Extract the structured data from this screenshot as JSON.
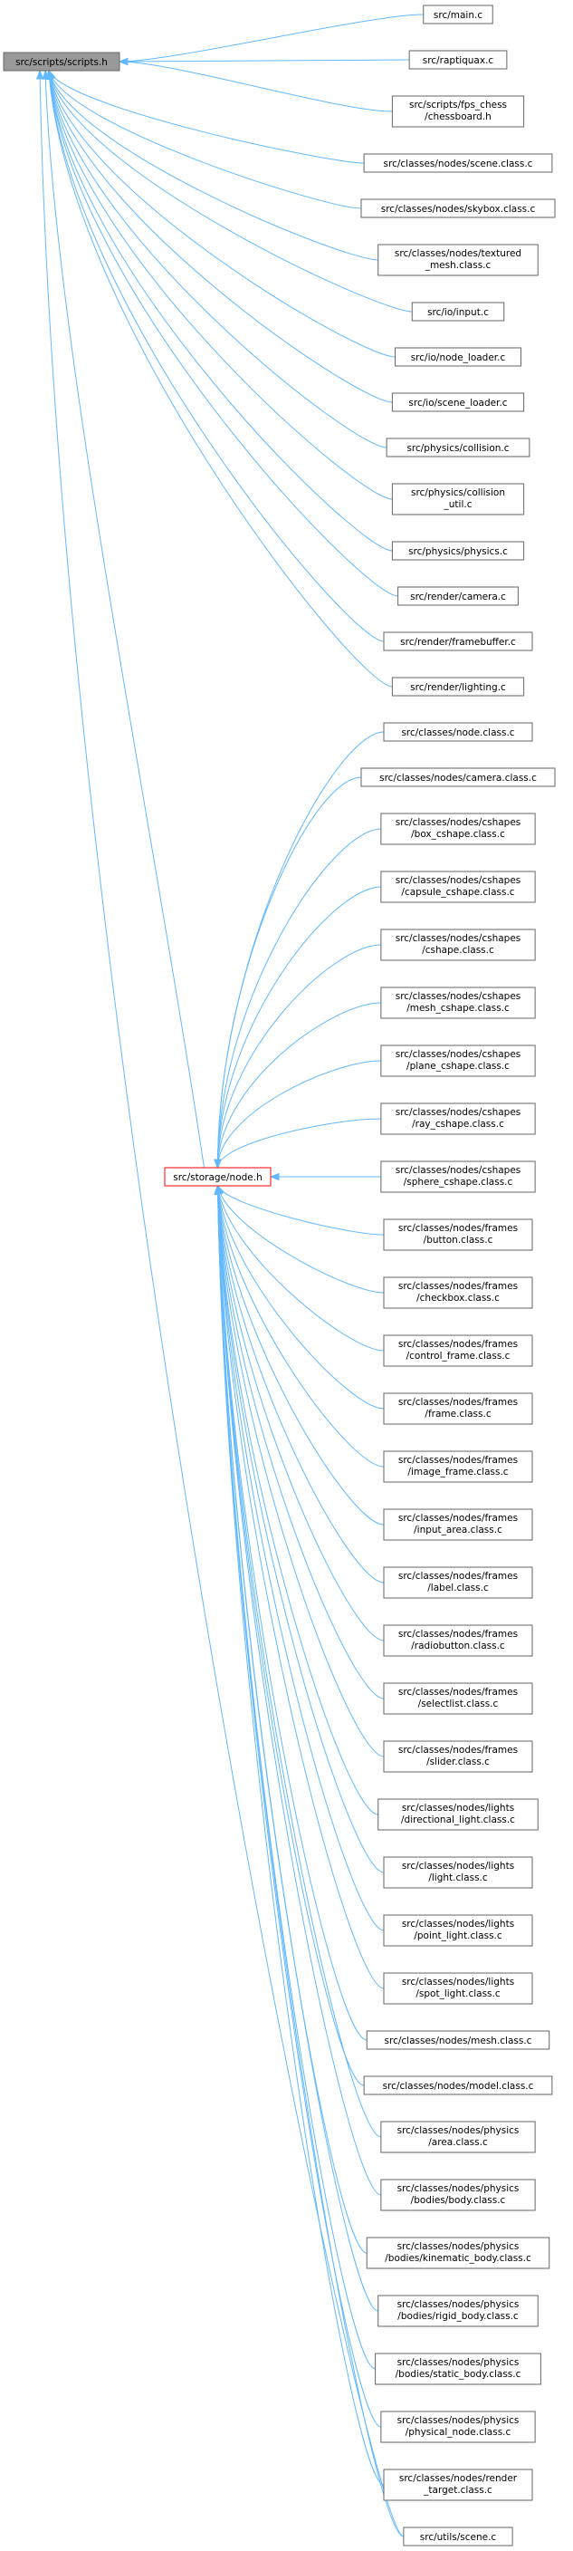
{
  "diagram": {
    "root": "src/scripts/scripts.h",
    "hub": "src/storage/node.h",
    "direct_includers": [
      [
        "src/main.c"
      ],
      [
        "src/raptiquax.c"
      ],
      [
        "src/scripts/fps_chess",
        "/chessboard.h"
      ],
      [
        "src/classes/nodes/scene.class.c"
      ],
      [
        "src/classes/nodes/skybox.class.c"
      ],
      [
        "src/classes/nodes/textured",
        "_mesh.class.c"
      ],
      [
        "src/io/input.c"
      ],
      [
        "src/io/node_loader.c"
      ],
      [
        "src/io/scene_loader.c"
      ],
      [
        "src/physics/collision.c"
      ],
      [
        "src/physics/collision",
        "_util.c"
      ],
      [
        "src/physics/physics.c"
      ],
      [
        "src/render/camera.c"
      ],
      [
        "src/render/framebuffer.c"
      ],
      [
        "src/render/lighting.c"
      ]
    ],
    "hub_includers": [
      [
        "src/classes/node.class.c"
      ],
      [
        "src/classes/nodes/camera.class.c"
      ],
      [
        "src/classes/nodes/cshapes",
        "/box_cshape.class.c"
      ],
      [
        "src/classes/nodes/cshapes",
        "/capsule_cshape.class.c"
      ],
      [
        "src/classes/nodes/cshapes",
        "/cshape.class.c"
      ],
      [
        "src/classes/nodes/cshapes",
        "/mesh_cshape.class.c"
      ],
      [
        "src/classes/nodes/cshapes",
        "/plane_cshape.class.c"
      ],
      [
        "src/classes/nodes/cshapes",
        "/ray_cshape.class.c"
      ],
      [
        "src/classes/nodes/cshapes",
        "/sphere_cshape.class.c"
      ],
      [
        "src/classes/nodes/frames",
        "/button.class.c"
      ],
      [
        "src/classes/nodes/frames",
        "/checkbox.class.c"
      ],
      [
        "src/classes/nodes/frames",
        "/control_frame.class.c"
      ],
      [
        "src/classes/nodes/frames",
        "/frame.class.c"
      ],
      [
        "src/classes/nodes/frames",
        "/image_frame.class.c"
      ],
      [
        "src/classes/nodes/frames",
        "/input_area.class.c"
      ],
      [
        "src/classes/nodes/frames",
        "/label.class.c"
      ],
      [
        "src/classes/nodes/frames",
        "/radiobutton.class.c"
      ],
      [
        "src/classes/nodes/frames",
        "/selectlist.class.c"
      ],
      [
        "src/classes/nodes/frames",
        "/slider.class.c"
      ],
      [
        "src/classes/nodes/lights",
        "/directional_light.class.c"
      ],
      [
        "src/classes/nodes/lights",
        "/light.class.c"
      ],
      [
        "src/classes/nodes/lights",
        "/point_light.class.c"
      ],
      [
        "src/classes/nodes/lights",
        "/spot_light.class.c"
      ],
      [
        "src/classes/nodes/mesh.class.c"
      ],
      [
        "src/classes/nodes/model.class.c"
      ],
      [
        "src/classes/nodes/physics",
        "/area.class.c"
      ],
      [
        "src/classes/nodes/physics",
        "/bodies/body.class.c"
      ],
      [
        "src/classes/nodes/physics",
        "/bodies/kinematic_body.class.c"
      ],
      [
        "src/classes/nodes/physics",
        "/bodies/rigid_body.class.c"
      ],
      [
        "src/classes/nodes/physics",
        "/bodies/static_body.class.c"
      ],
      [
        "src/classes/nodes/physics",
        "/physical_node.class.c"
      ],
      [
        "src/classes/nodes/render",
        "_target.class.c"
      ]
    ],
    "shared_includer": [
      "src/utils/scene.c"
    ],
    "colors": {
      "edge": "#63b8ff",
      "root_fill": "#999999",
      "hub_border": "#ff0000",
      "box_border": "#666666"
    }
  }
}
